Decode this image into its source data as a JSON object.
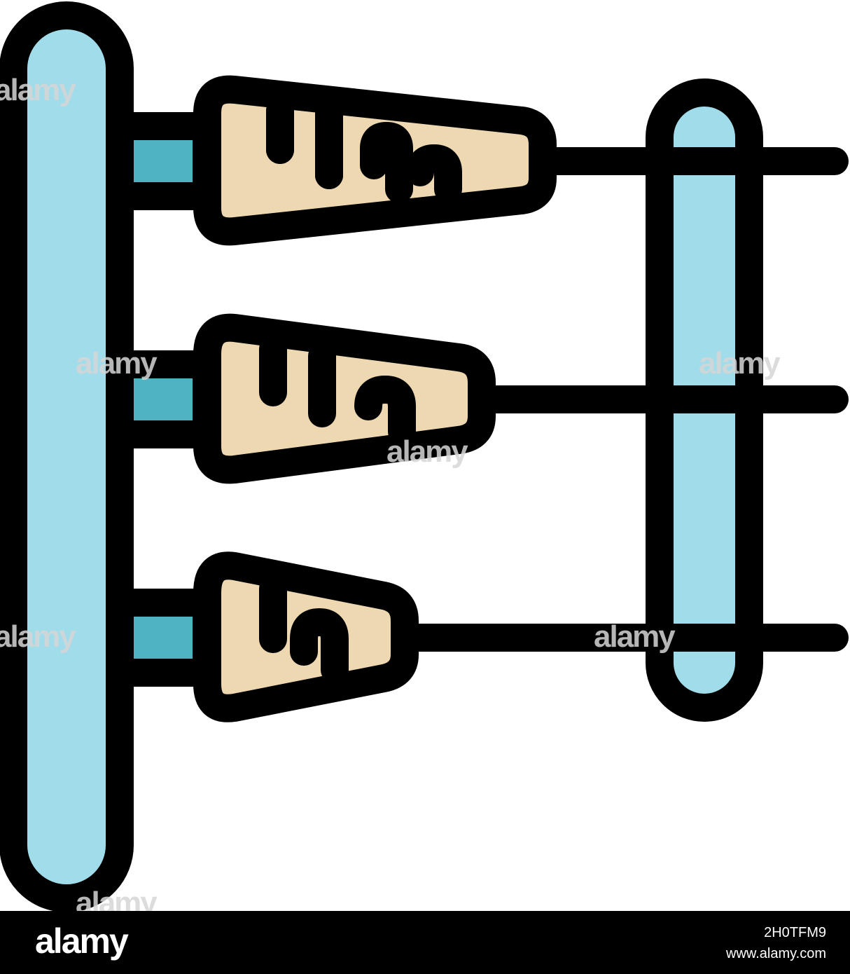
{
  "illustration": {
    "subject": "carrots-drying-on-rack-icon",
    "colors": {
      "outline": "#000000",
      "post": "#a0dcea",
      "connector": "#4fb3c4",
      "carrot": "#eed8b2",
      "background": "#ffffff"
    },
    "carrot_count": 3
  },
  "watermark": {
    "text": "alamy"
  },
  "footer": {
    "logo": "alamy",
    "image_id": "2H0TFM9",
    "url": "www.alamy.com"
  }
}
